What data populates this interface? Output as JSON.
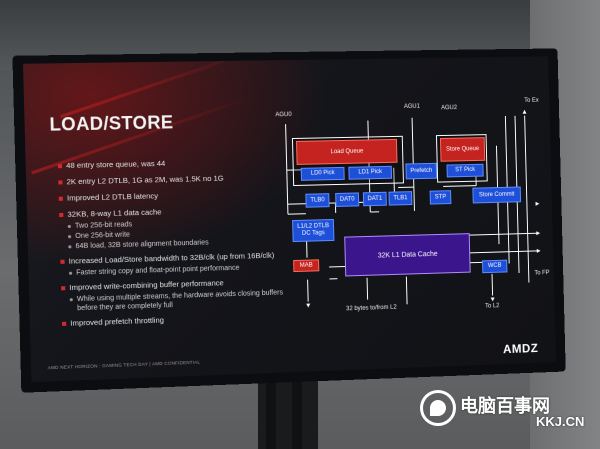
{
  "slide": {
    "title": "LOAD/STORE",
    "bullets": [
      {
        "level": 1,
        "text": "48 entry store queue, was 44"
      },
      {
        "level": 1,
        "text": "2K entry L2 DTLB, 1G as 2M, was 1.5K no 1G"
      },
      {
        "level": 1,
        "text": "Improved L2 DTLB latency"
      },
      {
        "level": 1,
        "text": "32KB, 8-way L1 data cache"
      },
      {
        "level": 2,
        "text": "Two 256-bit reads"
      },
      {
        "level": 2,
        "text": "One 256-bit write"
      },
      {
        "level": 2,
        "text": "64B load, 32B store alignment boundaries"
      },
      {
        "level": 1,
        "text": "Increased Load/Store bandwidth to 32B/clk (up from 16B/clk)"
      },
      {
        "level": 2,
        "text": "Faster string copy and float-point point performance"
      },
      {
        "level": 1,
        "text": "Improved write-combining buffer performance"
      },
      {
        "level": 2,
        "text": "While using multiple streams, the hardware avoids closing buffers before they are completely full"
      },
      {
        "level": 1,
        "text": "Improved prefetch throttling"
      }
    ],
    "footer": "AMD NEXT HORIZON : GAMING TECH DAY   |   AMD CONFIDENTIAL",
    "brand": "AMDZ"
  },
  "diagram": {
    "agu0": "AGU0",
    "agu1": "AGU1",
    "agu2": "AGU2",
    "to_ex": "To Ex",
    "to_fp": "To FP",
    "to_l2": "To L2",
    "load_queue": "Load Queue",
    "store_queue": "Store Queue",
    "ld0_pick": "LD0 Pick",
    "ld1_pick": "LD1 Pick",
    "prefetch": "Prefetch",
    "st_pick": "ST Pick",
    "tlb0": "TLB0",
    "dat0": "DAT0",
    "dat1": "DAT1",
    "tlb1": "TLB1",
    "stp": "STP",
    "store_commit": "Store Commit",
    "l1l2_dtlb": "L1/L2 DTLB",
    "dc_tags": "DC Tags",
    "l1_cache": "32K L1 Data Cache",
    "mab": "MAB",
    "wcb": "WCB",
    "bytes_label": "32 bytes to/from L2"
  },
  "watermark": {
    "text": "电脑百事网",
    "url": "KKJ.CN"
  },
  "colors": {
    "accent_red": "#d02a2a",
    "box_blue": "#1e4fd9",
    "box_red": "#c4231f",
    "cache_purple": "#3a158c"
  }
}
